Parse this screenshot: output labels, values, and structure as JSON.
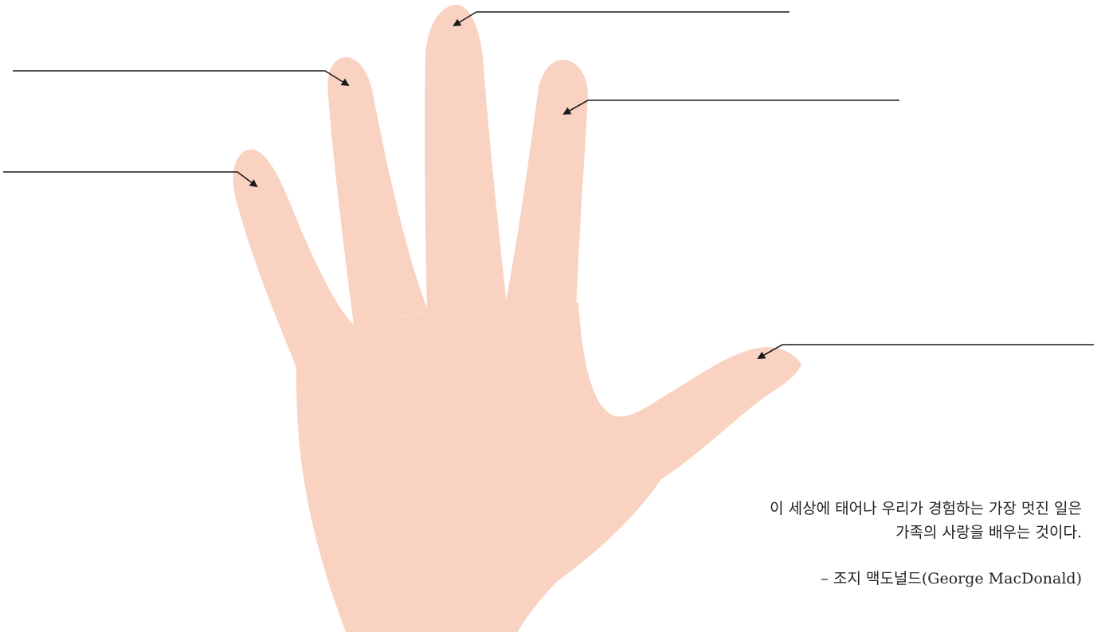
{
  "colors": {
    "skin": "#F9D2C1",
    "line": "#1a1a1a",
    "text": "#222222",
    "background": "#ffffff"
  },
  "quote": {
    "line1": "이 세상에 태어나 우리가 경험하는 가장 멋진 일은",
    "line2": "가족의 사랑을 배우는 것이다.",
    "author": "– 조지 맥도널드(George MacDonald)"
  },
  "callouts": [
    {
      "name": "callout-pinky",
      "label": ""
    },
    {
      "name": "callout-ring",
      "label": ""
    },
    {
      "name": "callout-middle",
      "label": ""
    },
    {
      "name": "callout-index",
      "label": ""
    },
    {
      "name": "callout-thumb",
      "label": ""
    }
  ]
}
